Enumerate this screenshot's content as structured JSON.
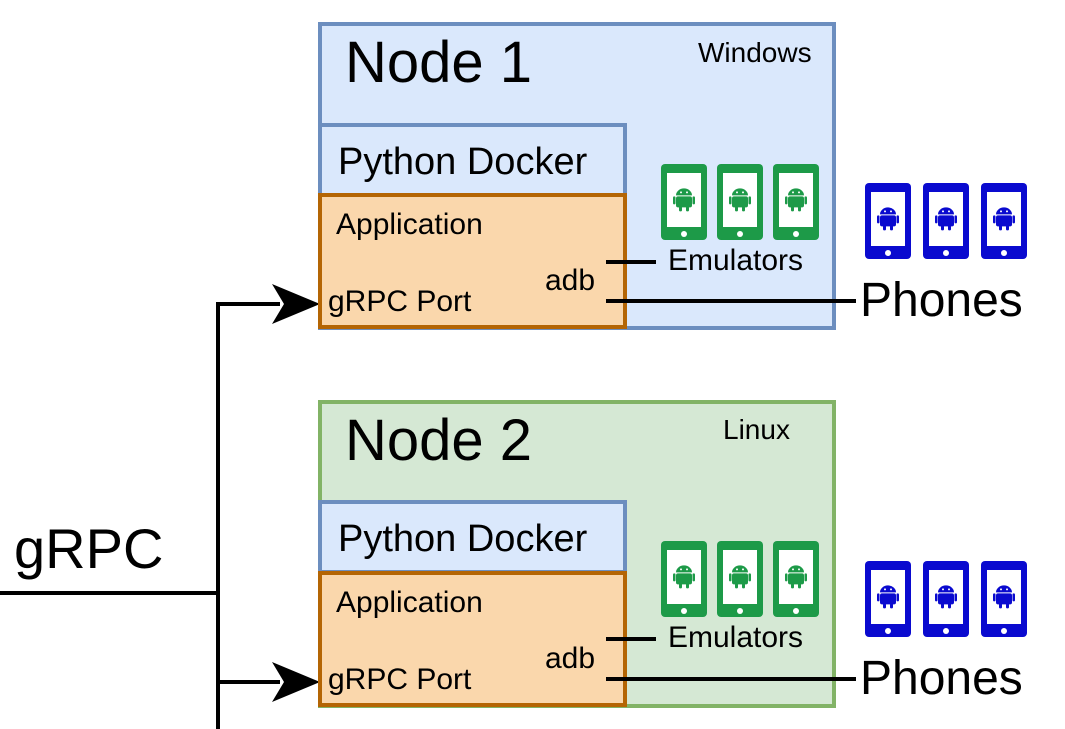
{
  "grpc_label": "gRPC",
  "nodes": [
    {
      "title": "Node 1",
      "os": "Windows",
      "docker_label": "Python Docker",
      "app_label": "Application",
      "port_label": "gRPC Port",
      "adb_label": "adb",
      "emulators_label": "Emulators",
      "phones_label": "Phones",
      "emulator_icon": "android-emulator-icon",
      "phone_icon": "android-phone-icon",
      "emulator_count": 3,
      "phone_count": 3
    },
    {
      "title": "Node 2",
      "os": "Linux",
      "docker_label": "Python Docker",
      "app_label": "Application",
      "port_label": "gRPC Port",
      "adb_label": "adb",
      "emulators_label": "Emulators",
      "phones_label": "Phones",
      "emulator_icon": "android-emulator-icon",
      "phone_icon": "android-phone-icon",
      "emulator_count": 3,
      "phone_count": 3
    }
  ],
  "colors": {
    "node1_fill": "#dae8fc",
    "node1_border": "#6c8ebf",
    "node2_fill": "#d5e8d4",
    "node2_border": "#82b366",
    "app_fill": "#fad7ac",
    "app_border": "#b46504",
    "emulator": "#1d9a48",
    "phone": "#0a0acf"
  }
}
